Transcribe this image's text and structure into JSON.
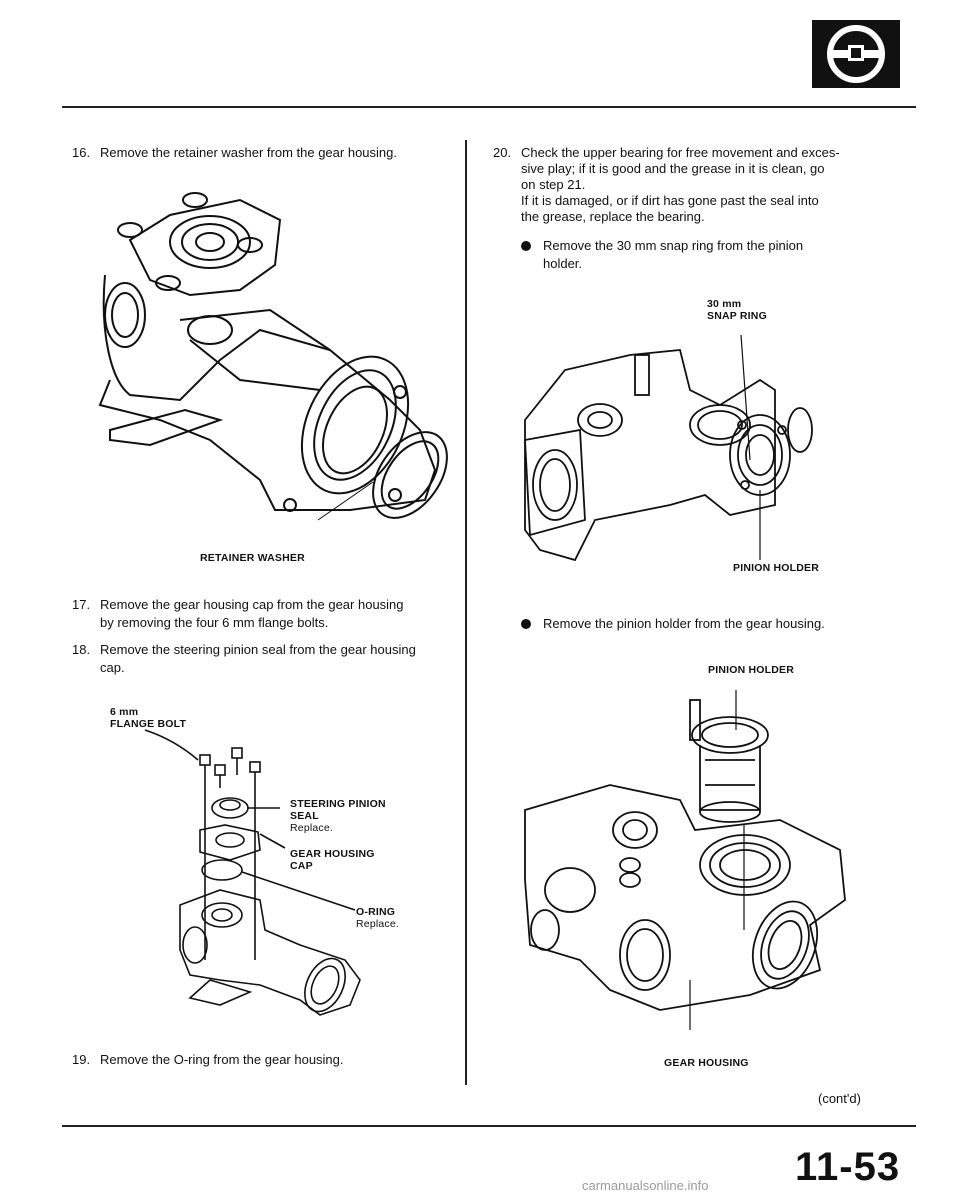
{
  "page": {
    "page_number": "11-53",
    "continued": "(cont'd)",
    "watermark": "carmanualsonline.info"
  },
  "left": {
    "step16": {
      "num": "16.",
      "text": "Remove the retainer washer from the gear housing."
    },
    "retainer_label": "RETAINER WASHER",
    "step17": {
      "num": "17.",
      "lines": [
        "Remove the gear housing cap from the gear housing",
        "by removing the four 6 mm flange bolts."
      ]
    },
    "step18": {
      "num": "18.",
      "lines": [
        "Remove the steering pinion seal from the gear housing",
        "cap."
      ]
    },
    "callouts": {
      "flange_bolt": [
        "6 mm",
        "FLANGE BOLT"
      ],
      "pinion_seal": [
        "STEERING PINION",
        "SEAL"
      ],
      "pinion_seal_note": "Replace.",
      "gear_cap": [
        "GEAR HOUSING",
        "CAP"
      ],
      "o_ring": "O-RING",
      "o_ring_note": "Replace."
    },
    "step19": {
      "num": "19.",
      "text": "Remove the O-ring from the gear housing."
    }
  },
  "right": {
    "step20": {
      "num": "20.",
      "lines": [
        "Check the upper bearing for free movement and exces-",
        "sive play; if it is good and the grease in it is clean, go",
        "on step 21.",
        "If it is damaged, or if dirt has gone past the seal into",
        "the grease, replace the bearing."
      ]
    },
    "bullet1": [
      "Remove the 30 mm snap ring from the pinion",
      "holder."
    ],
    "snap_ring_label": [
      "30 mm",
      "SNAP RING"
    ],
    "pinion_holder_label_1": "PINION HOLDER",
    "bullet2": "Remove the pinion holder from the gear housing.",
    "pinion_holder_label_2": "PINION HOLDER",
    "gear_housing_label": "GEAR HOUSING"
  }
}
